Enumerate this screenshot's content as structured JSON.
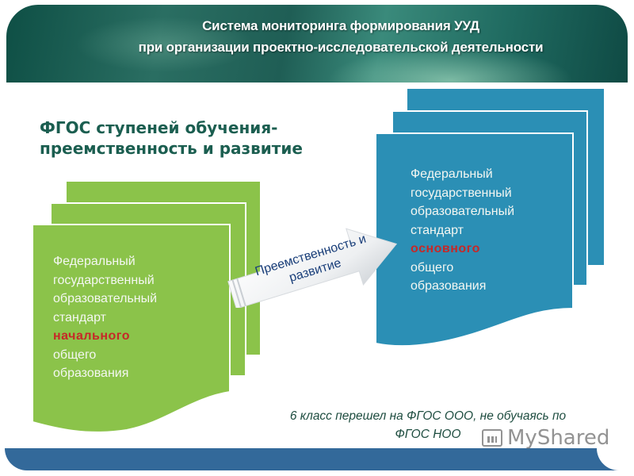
{
  "header": {
    "title_line1": "Система мониторинга формирования УУД",
    "title_line2": "при организации проектно-исследовательской деятельности"
  },
  "subtitle": {
    "line1": "ФГОС ступеней обучения-",
    "line2": "преемственность и развитие"
  },
  "left_document": {
    "color": "#8bc34a",
    "lines": [
      "Федеральный",
      "государственный",
      "образовательный",
      "стандарт"
    ],
    "highlight": "начального",
    "tail": [
      "общего",
      "образования"
    ]
  },
  "right_document": {
    "color": "#2b8fb5",
    "lines": [
      "Федеральный",
      "государственный",
      "образовательный",
      "стандарт"
    ],
    "highlight": "основного",
    "tail": [
      "общего",
      "образования"
    ]
  },
  "arrow": {
    "line1": "Преемственность и",
    "line2": "развитие"
  },
  "note": {
    "line1": "6  класс перешел на ФГОС ООО, не обучаясь по",
    "line2": "ФГОС НОО"
  },
  "watermark": {
    "text": "MyShared"
  },
  "colors": {
    "highlight": "#c62828",
    "footer": "#33699a",
    "subtitle": "#1b5e50"
  }
}
